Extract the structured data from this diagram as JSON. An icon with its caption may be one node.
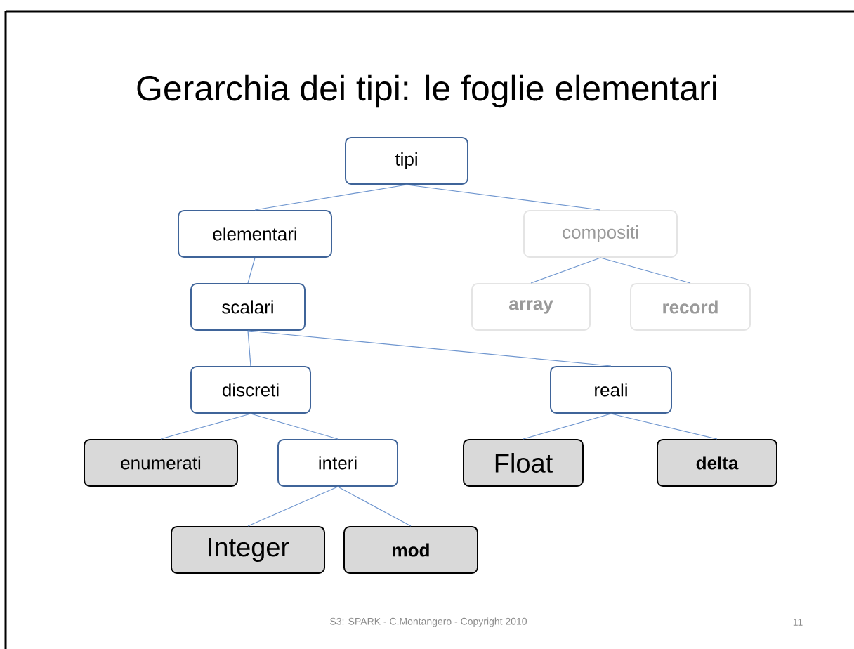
{
  "diagram": {
    "title": "Gerarchia dei tipi: le foglie elementari",
    "nodes": [
      {
        "text": [
          "tipi"
        ]
      },
      {
        "text": [
          "elementari"
        ]
      },
      {
        "text": [
          "compositi"
        ]
      },
      {
        "text": [
          "scalari"
        ]
      },
      {
        "text": [
          "array"
        ]
      },
      {
        "text": [
          "record"
        ]
      },
      {
        "text": [
          "discreti"
        ]
      },
      {
        "text": [
          "reali"
        ]
      },
      {
        "text": [
          "enumerati"
        ]
      },
      {
        "text": [
          "interi"
        ]
      },
      {
        "text": [
          "Float"
        ]
      },
      {
        "text": [
          "delta"
        ]
      },
      {
        "text": [
          "Integer"
        ]
      },
      {
        "text": [
          "mod"
        ]
      }
    ],
    "edges": [
      {
        "from": 0,
        "to": 1,
        "arrow": "none"
      },
      {
        "from": 0,
        "to": 2,
        "arrow": "none"
      },
      {
        "from": 1,
        "to": 3,
        "arrow": "none"
      },
      {
        "from": 2,
        "to": 4,
        "arrow": "none"
      },
      {
        "from": 2,
        "to": 5,
        "arrow": "none"
      },
      {
        "from": 3,
        "to": 6,
        "arrow": "none"
      },
      {
        "from": 3,
        "to": 7,
        "arrow": "none"
      },
      {
        "from": 6,
        "to": 8,
        "arrow": "none"
      },
      {
        "from": 6,
        "to": 9,
        "arrow": "none"
      },
      {
        "from": 7,
        "to": 10,
        "arrow": "none"
      },
      {
        "from": 7,
        "to": 11,
        "arrow": "none"
      },
      {
        "from": 9,
        "to": 12,
        "arrow": "none"
      },
      {
        "from": 9,
        "to": 13,
        "arrow": "none"
      }
    ],
    "labels": [
      "S3: SPARK - C.Montangero - Copyright 2010",
      "11"
    ]
  }
}
